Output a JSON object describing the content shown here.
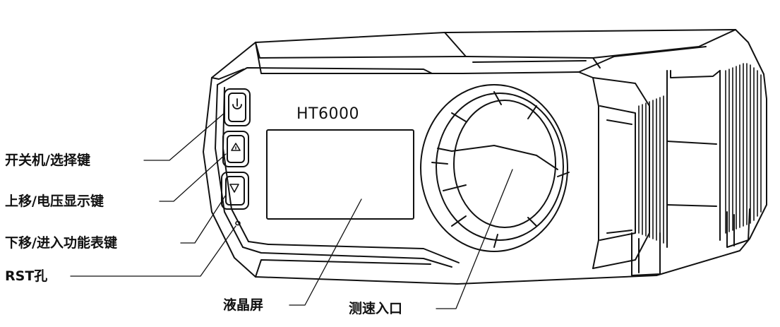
{
  "model": "HT6000",
  "callouts": {
    "power": "开关机/选择键",
    "up": "上移/电压显示键",
    "down": "下移/进入功能表键",
    "rst": "RST孔",
    "lcd": "液晶屏",
    "inlet": "测速入口"
  },
  "colors": {
    "line": "#111111",
    "background": "#ffffff"
  }
}
